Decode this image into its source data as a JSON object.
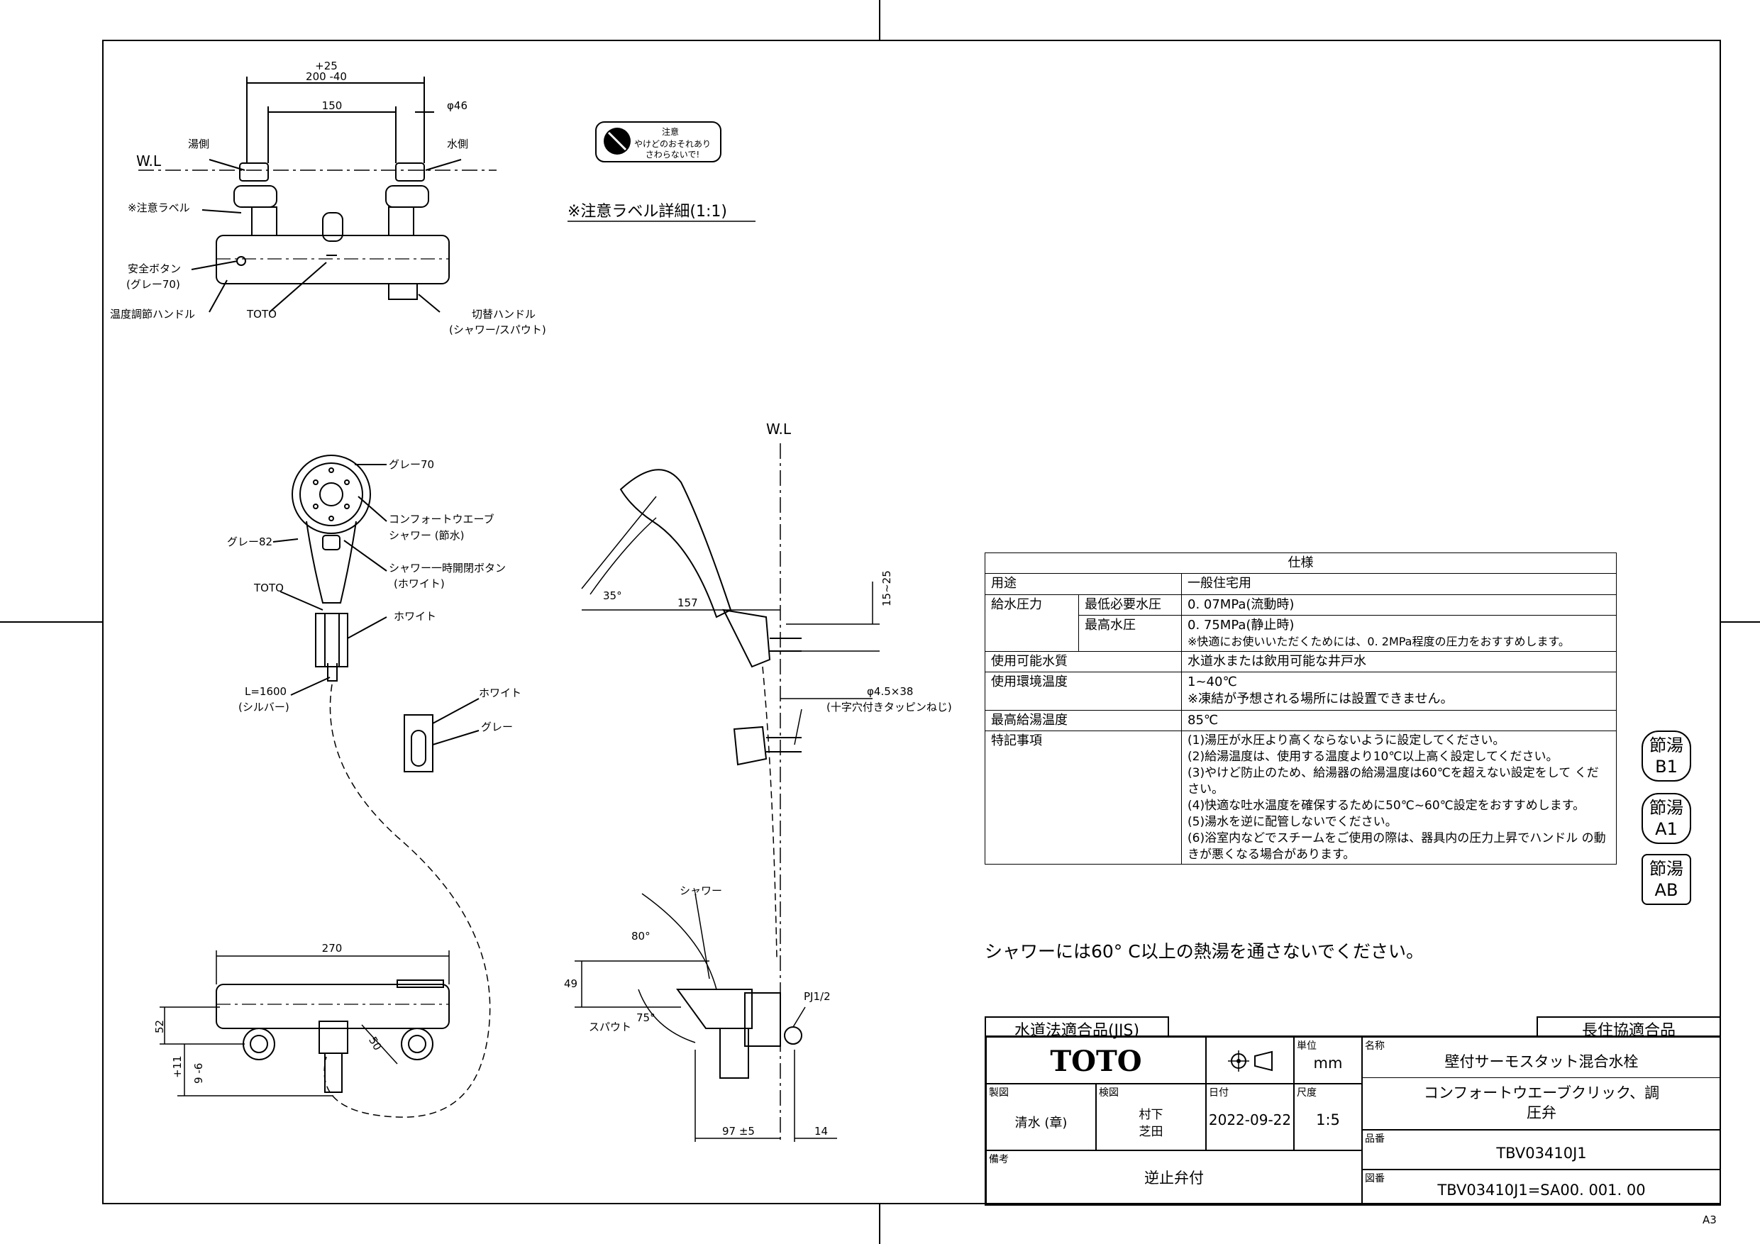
{
  "labels": {
    "dim_plus25": "+25",
    "dim_200": "200 -40",
    "dim_150": "150",
    "dim_phi46": "φ46",
    "wl_top": "W.L",
    "hot_side": "湯側",
    "cold_side": "水側",
    "caution_label": "※注意ラベル",
    "safety_button": "安全ボタン",
    "gray70_paren": "(グレー70)",
    "temp_handle": "温度調節ハンドル",
    "toto_mark": "TOTO",
    "switch_handle": "切替ハンドル",
    "switch_handle_sub": "(シャワー/スパウト)",
    "caution_detail": "※注意ラベル詳細(1:1)",
    "caution_sign_title": "注意",
    "caution_sign_line1": "やけどのおそれあり",
    "caution_sign_line2": "さわらないで!",
    "gray70": "グレー70",
    "comfort_wave": "コンフォートウエーブ",
    "shower_saving": "シャワー (節水)",
    "gray82": "グレー82",
    "stop_button": "シャワー一時開閉ボタン",
    "white_paren": "(ホワイト)",
    "toto_head": "TOTO",
    "white": "ホワイト",
    "hose_length": "L=1600",
    "silver": "(シルバー)",
    "holder_white": "ホワイト",
    "holder_gray": "グレー",
    "wl_side": "W.L",
    "angle35": "35°",
    "dim157": "157",
    "dim15_25": "15~25",
    "screw": "φ4.5×38",
    "screw_sub": "(十字穴付きタッピンねじ)",
    "shower_label": "シャワー",
    "angle80": "80°",
    "dim49": "49",
    "pj": "PJ1/2",
    "spout": "スパウト",
    "angle75": "75°",
    "dim97": "97 ±5",
    "dim14": "14",
    "dim270": "270",
    "dim52": "52",
    "dim50": "50",
    "dim11": "+11",
    "dim9": "9 -6",
    "paper_size": "A3"
  },
  "spec": {
    "header": "仕様",
    "use_label": "用途",
    "use_value": "一般住宅用",
    "pressure_label": "給水圧力",
    "min_label": "最低必要水圧",
    "min_value": "0. 07MPa(流動時)",
    "max_label": "最高水圧",
    "max_value": "0. 75MPa(静止時)",
    "pressure_note": "※快適にお使いいただくためには、0. 2MPa程度の圧力をおすすめします。",
    "water_label": "使用可能水質",
    "water_value": "水道水または飲用可能な井戸水",
    "env_label": "使用環境温度",
    "env_value": "1~40℃",
    "env_note": "※凍結が予想される場所には設置できません。",
    "max_hot_label": "最高給湯温度",
    "max_hot_value": "85℃",
    "notes_label": "特記事項",
    "note1": "(1)湯圧が水圧より高くならないように設定してください。",
    "note2": "(2)給湯温度は、使用する温度より10℃以上高く設定してください。",
    "note3": "(3)やけど防止のため、給湯器の給湯温度は60℃を超えない設定をして ください。",
    "note4": "(4)快適な吐水温度を確保するために50℃~60℃設定をおすすめします。",
    "note5": "(5)湯水を逆に配管しないでください。",
    "note6": "(6)浴室内などでスチームをご使用の際は、器具内の圧力上昇でハンドル の動きが悪くなる場合があります。"
  },
  "caution_text": "シャワーには60° C以上の熱湯を通さないでください。",
  "certs": [
    {
      "top": "節湯",
      "bottom": "B1"
    },
    {
      "top": "節湯",
      "bottom": "A1"
    },
    {
      "top": "節湯",
      "bottom": "AB"
    }
  ],
  "titleblock": {
    "jis": "水道法適合品(JIS)",
    "long_life": "長住協適合品",
    "brand": "TOTO",
    "unit_label": "単位",
    "unit_value": "mm",
    "name_label": "名称",
    "name_line1": "壁付サーモスタット混合水栓",
    "name_line2": "コンフォートウエーブクリック、調",
    "name_line3": "圧弁",
    "drawn_label": "製図",
    "drawn_value": "清水 (章)",
    "check_label": "検図",
    "check_value1": "村下",
    "check_value2": "芝田",
    "date_label": "日付",
    "date_value": "2022-09-22",
    "scale_label": "尺度",
    "scale_value": "1:5",
    "part_label": "品番",
    "part_value": "TBV03410J1",
    "remarks_label": "備考",
    "remarks_value": "逆止弁付",
    "drawing_label": "図番",
    "drawing_value": "TBV03410J1=SA00. 001. 00"
  }
}
